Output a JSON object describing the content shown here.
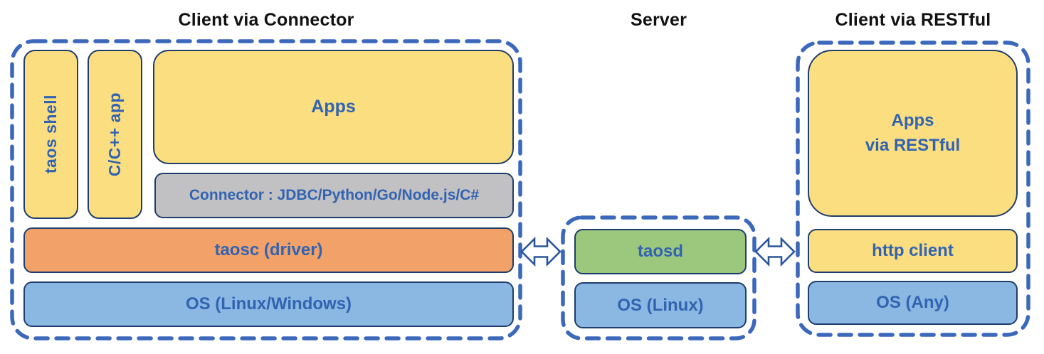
{
  "diagram": {
    "colors": {
      "box_yellow": "#fbde80",
      "box_orange": "#f2a269",
      "box_green": "#9cc87e",
      "box_blue": "#8ab8e2",
      "box_gray": "#c1c1c4",
      "box_border_navy": "#1f3d6d",
      "dashed_border_blue": "#3c68bc",
      "label_text_blue": "#3263b1",
      "title_text": "#111111"
    },
    "sections": {
      "client_connector": {
        "title": "Client via Connector",
        "boxes": {
          "taos_shell": "taos shell",
          "cpp_app": "C/C++ app",
          "apps": "Apps",
          "connector": "Connector : JDBC/Python/Go/Node.js/C#",
          "taosc": "taosc (driver)",
          "os": "OS (Linux/Windows)"
        }
      },
      "server": {
        "title": "Server",
        "boxes": {
          "taosd": "taosd",
          "os": "OS (Linux)"
        }
      },
      "client_restful": {
        "title": "Client via RESTful",
        "boxes": {
          "apps_line1": "Apps",
          "apps_line2": "via RESTful",
          "http_client": "http client",
          "os": "OS (Any)"
        }
      }
    }
  }
}
